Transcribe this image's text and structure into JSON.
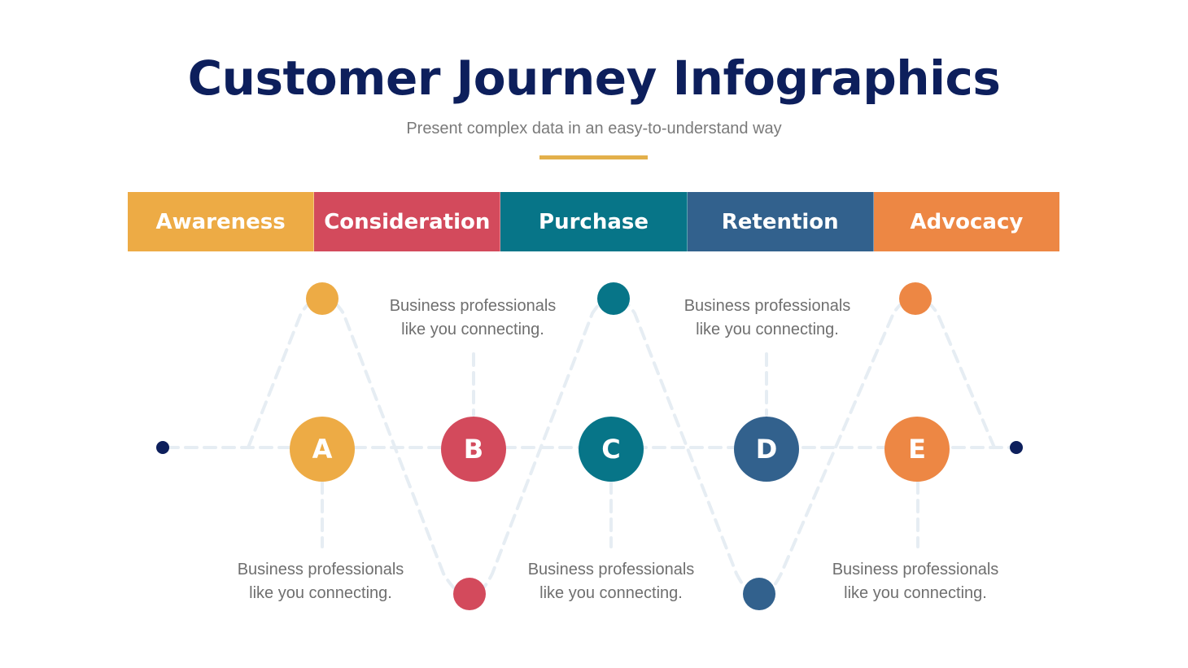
{
  "header": {
    "title": "Customer Journey Infographics",
    "subtitle": "Present complex data in an easy-to-understand way",
    "accent_color": "#e3b04b"
  },
  "stages": [
    {
      "label": "Awareness",
      "color": "#edab45"
    },
    {
      "label": "Consideration",
      "color": "#d34a5c"
    },
    {
      "label": "Purchase",
      "color": "#077588"
    },
    {
      "label": "Retention",
      "color": "#32618d"
    },
    {
      "label": "Advocacy",
      "color": "#ed8744"
    }
  ],
  "nodes": [
    {
      "letter": "A",
      "color": "#edab45",
      "description": "Business professionals like you connecting.",
      "line1": "Business professionals",
      "line2": "like you connecting.",
      "position": "below"
    },
    {
      "letter": "B",
      "color": "#d34a5c",
      "description": "Business professionals like you connecting.",
      "line1": "Business professionals",
      "line2": "like you connecting.",
      "position": "above"
    },
    {
      "letter": "C",
      "color": "#077588",
      "description": "Business professionals like you connecting.",
      "line1": "Business professionals",
      "line2": "like you connecting.",
      "position": "below"
    },
    {
      "letter": "D",
      "color": "#32618d",
      "description": "Business professionals like you connecting.",
      "line1": "Business professionals",
      "line2": "like you connecting.",
      "position": "above"
    },
    {
      "letter": "E",
      "color": "#ed8744",
      "description": "Business professionals like you connecting.",
      "line1": "Business professionals",
      "line2": "like you connecting.",
      "position": "below"
    }
  ],
  "endpoints": {
    "color": "#0d1f5c"
  },
  "line_color": "#e6edf3"
}
